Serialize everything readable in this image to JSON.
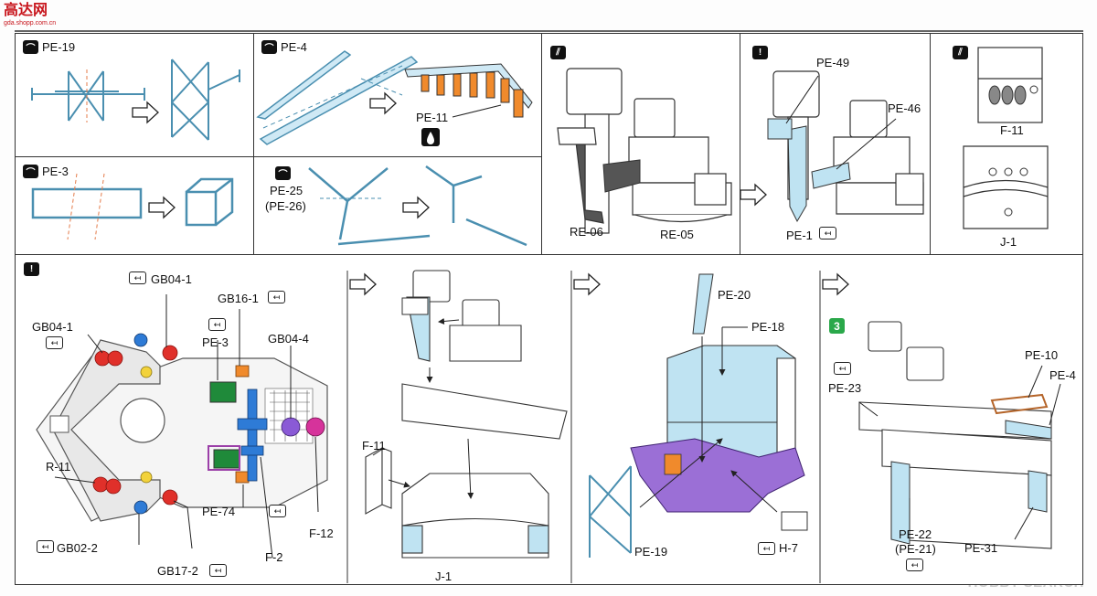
{
  "watermark": {
    "site_logo": "高达网",
    "site_sub": "gda.shopp.com.cn",
    "hobby_search": "HOBBY SEARCH"
  },
  "top_row": {
    "pe19": "PE-19",
    "pe4": "PE-4",
    "pe11": "PE-11",
    "re06": "RE-06",
    "re05": "RE-05",
    "pe49": "PE-49",
    "pe46": "PE-46",
    "pe1": "PE-1",
    "f11": "F-11",
    "j1": "J-1"
  },
  "middle_row": {
    "pe3": "PE-3",
    "pe25": "PE-25",
    "pe26": "(PE-26)"
  },
  "bottom_row": {
    "gb04_1_top": "GB04-1",
    "gb04_1_left": "GB04-1",
    "gb16_1": "GB16-1",
    "pe3": "PE-3",
    "gb04_4": "GB04-4",
    "r11": "R-11",
    "pe74": "PE-74",
    "gb02_2": "GB02-2",
    "gb17_2": "GB17-2",
    "f2": "F-2",
    "f12": "F-12",
    "f11": "F-11",
    "j1": "J-1",
    "pe20": "PE-20",
    "pe18": "PE-18",
    "pe19": "PE-19",
    "h7": "H-7",
    "step": "3",
    "pe10": "PE-10",
    "pe4": "PE-4",
    "pe23": "PE-23",
    "pe22": "PE-22",
    "pe21": "(PE-21)",
    "pe31": "PE-31"
  },
  "colors": {
    "blue_light": "#bfe3f2",
    "orange": "#f08a2c",
    "purple": "#9b6fd6",
    "red": "#e0302a",
    "yellow": "#f2d23b",
    "green": "#1f8a3a",
    "blue_part": "#2e7bd6",
    "magenta": "#d6339b",
    "violet": "#8a5ad6"
  },
  "icons": [
    "bend-icon",
    "attention-icon",
    "glue-icon",
    "remove-icon",
    "paint-icon",
    "step-number-icon",
    "arrow-right-icon"
  ]
}
